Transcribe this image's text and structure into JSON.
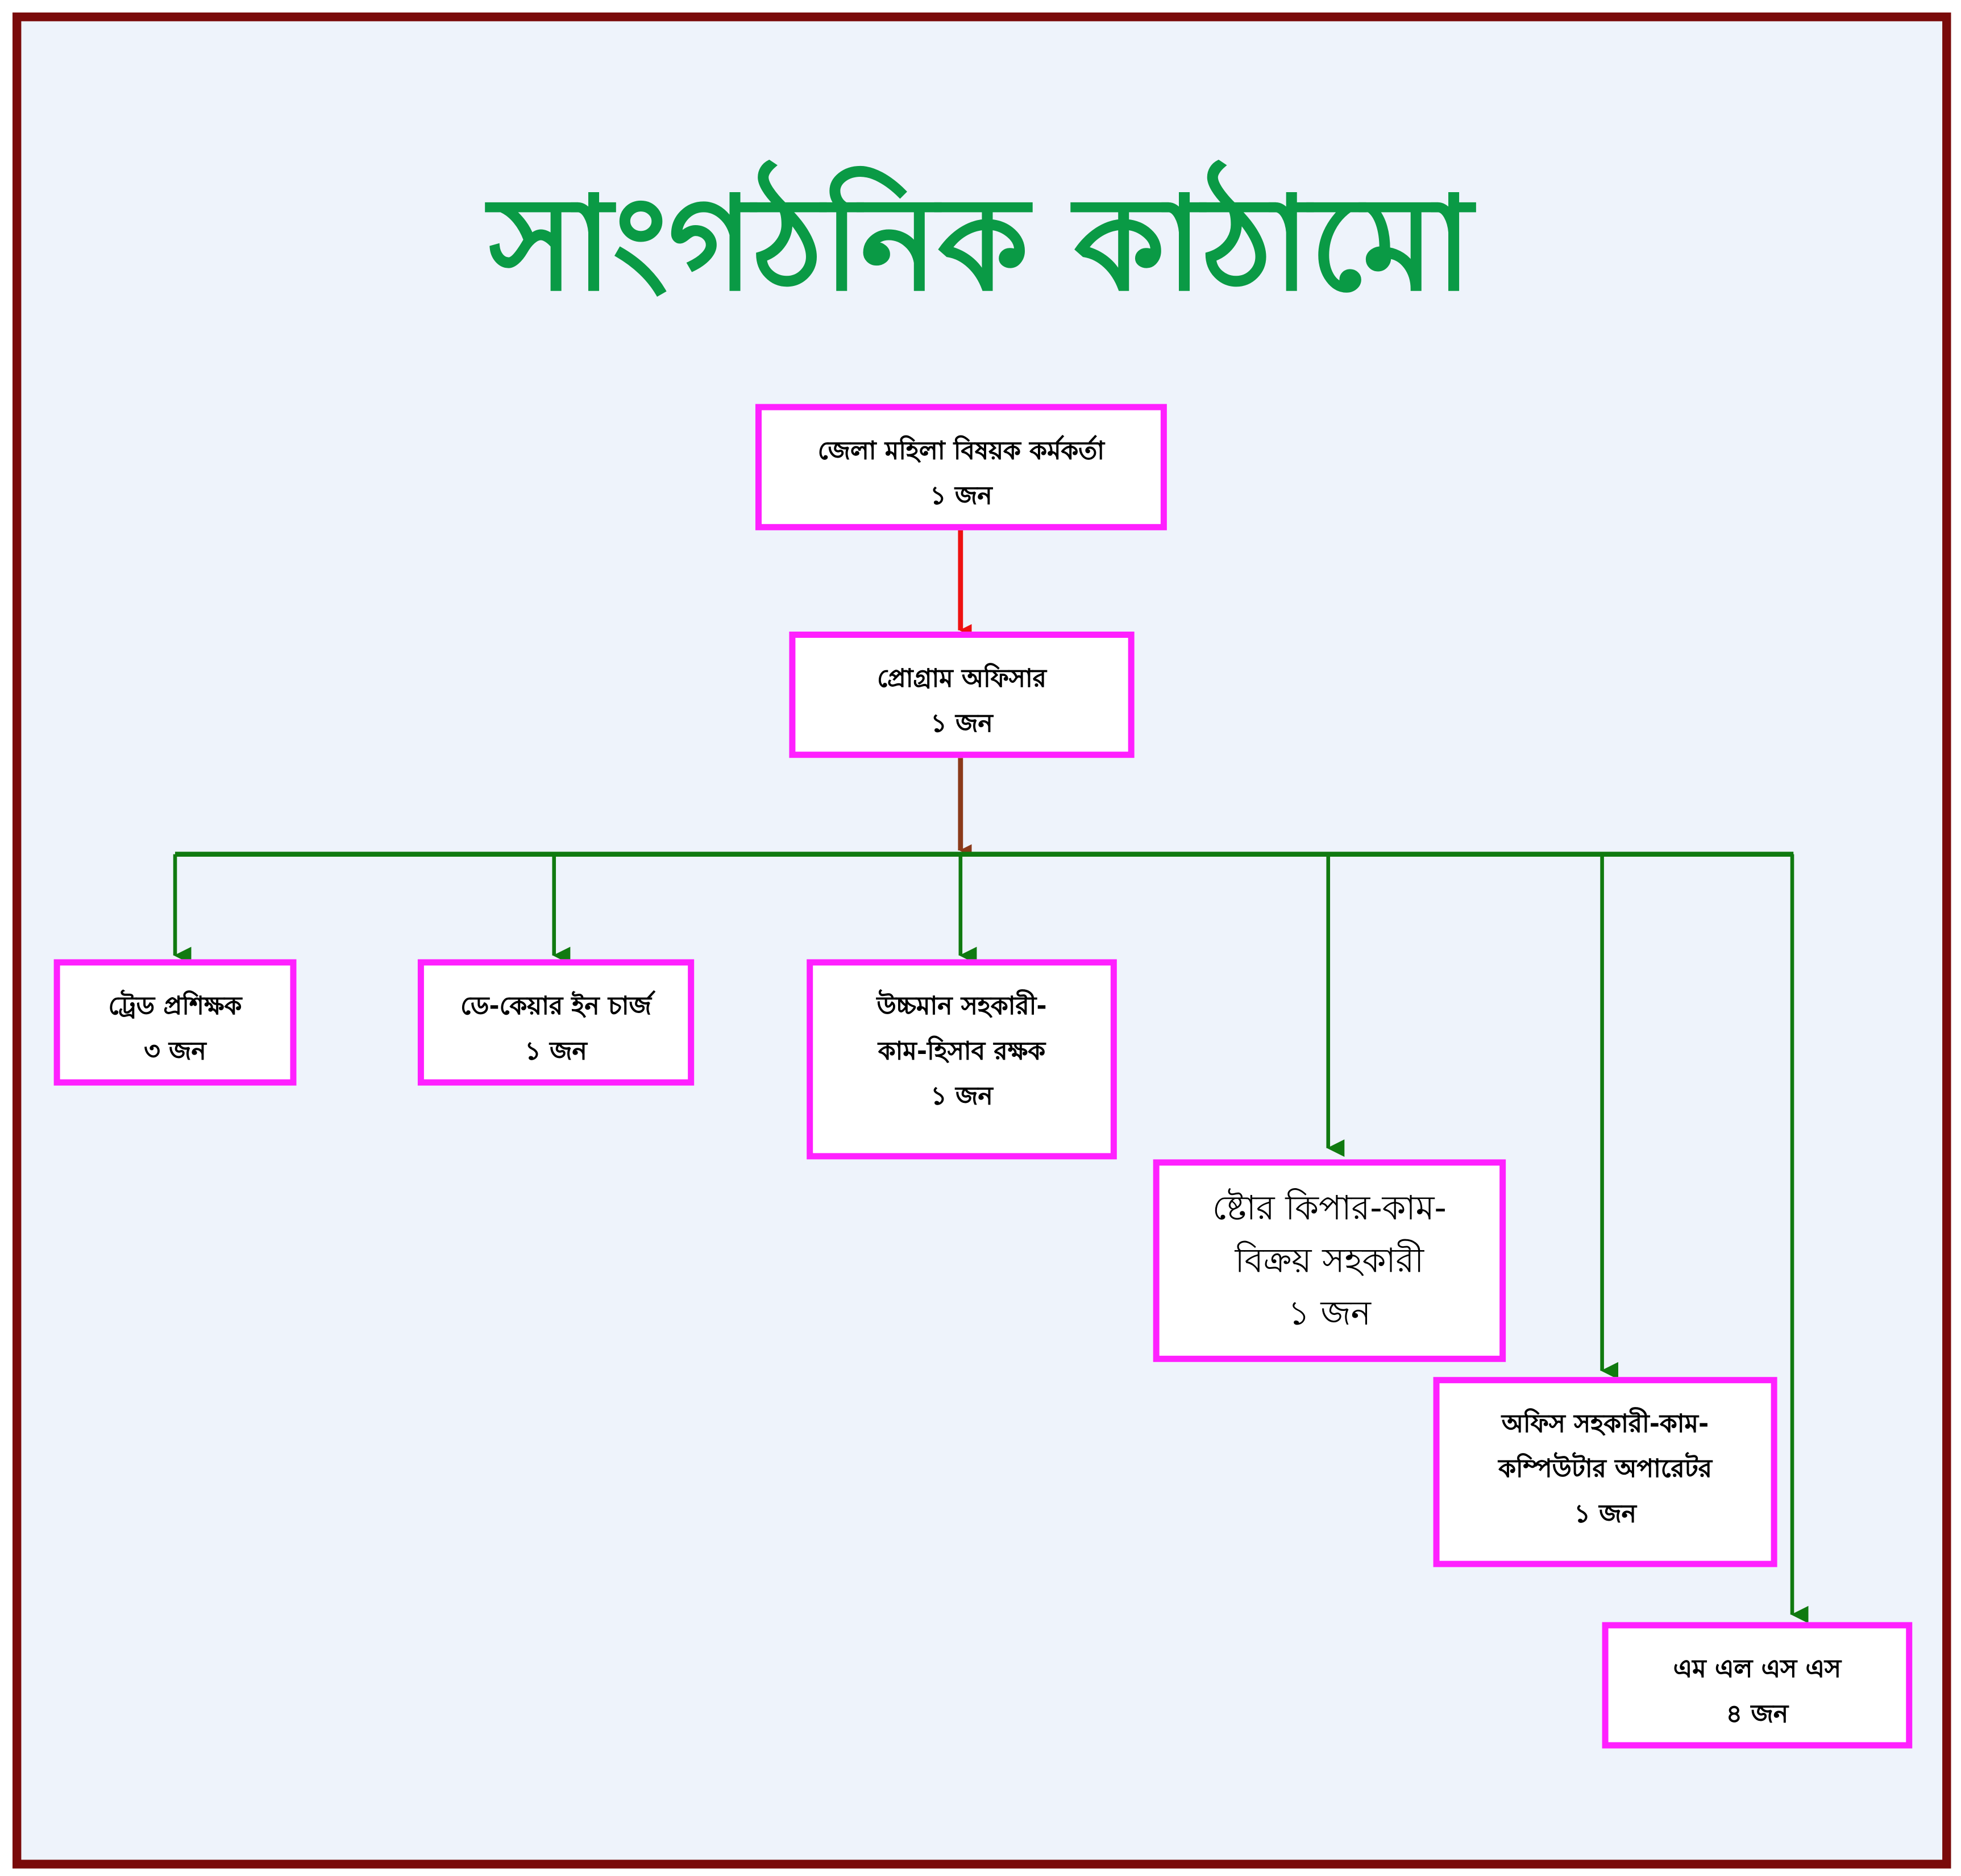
{
  "title": "সাংগঠনিক কাঠামো",
  "colors": {
    "frame": "#7a0a0a",
    "background": "#eef3fb",
    "title": "#0a9a45",
    "box_border": "#ff20ff",
    "connector": "#107a10",
    "arrow_top": "#ee1111",
    "arrow_second": "#8b3a1a"
  },
  "nodes": [
    {
      "lines": [
        "জেলা মহিলা বিষয়ক কর্মকর্তা"
      ],
      "count": "১ জন"
    },
    {
      "lines": [
        "প্রোগ্রাম অফিসার"
      ],
      "count": "১ জন"
    },
    {
      "lines": [
        "ট্রেড প্রশিক্ষক"
      ],
      "count": "৩ জন"
    },
    {
      "lines": [
        "ডে-কেয়ার ইন চার্জ"
      ],
      "count": "১ জন"
    },
    {
      "lines": [
        "উচ্চমান সহকারী-",
        "কাম-হিসাব রক্ষক"
      ],
      "count": "১ জন"
    },
    {
      "lines": [
        "ষ্টোর কিপার-কাম-",
        "বিক্রয় সহকারী"
      ],
      "count": "১ জন"
    },
    {
      "lines": [
        "অফিস সহকারী-কাম-",
        "কম্পিউটার অপারেটর"
      ],
      "count": "১ জন"
    },
    {
      "lines": [
        "এম এল এস এস"
      ],
      "count": "৪ জন"
    }
  ]
}
